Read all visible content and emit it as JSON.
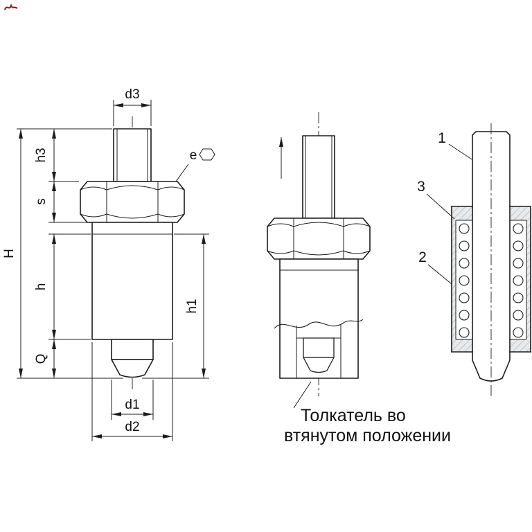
{
  "drawing": {
    "dimensions": {
      "d3": "d3",
      "e": "e",
      "h3": "h3",
      "s": "s",
      "H": "H",
      "h": "h",
      "Q": "Q",
      "h1": "h1",
      "d1": "d1",
      "d2": "d2"
    },
    "callouts": {
      "c1": "1",
      "c2": "2",
      "c3": "3"
    },
    "note": {
      "line1": "Толкатель во",
      "line2": "втянутом положении"
    },
    "colors": {
      "line": "#1c1c1c",
      "metal": "#ced4d7",
      "light": "#e6eaec",
      "hatch": "#9aa2a6",
      "logo_red": "#8f1d1d"
    }
  }
}
